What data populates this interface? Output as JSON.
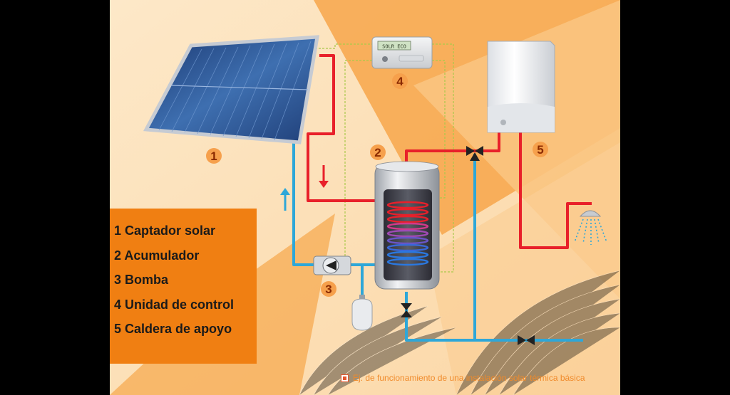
{
  "diagram": {
    "markers": {
      "collector": "1",
      "tank": "2",
      "pump": "3",
      "controller": "4",
      "boiler": "5"
    },
    "controller_display": "SOLR ECO"
  },
  "legend": {
    "items": [
      "1 Captador solar",
      "2 Acumulador",
      "3 Bomba",
      "4 Unidad de control",
      "5 Caldera de apoyo"
    ]
  },
  "caption": "Ej. de funcionamiento de una instalación solar térmica básica",
  "colors": {
    "hot_pipe": "#e8202a",
    "cold_pipe": "#2ea7d8",
    "control_wire": "#a9c94a",
    "background": "#fde3bd",
    "accent_orange": "#f07f12"
  },
  "icons": [
    "arrow-down-icon",
    "arrow-up-icon",
    "shower-icon",
    "valve-icon",
    "pump-icon"
  ]
}
